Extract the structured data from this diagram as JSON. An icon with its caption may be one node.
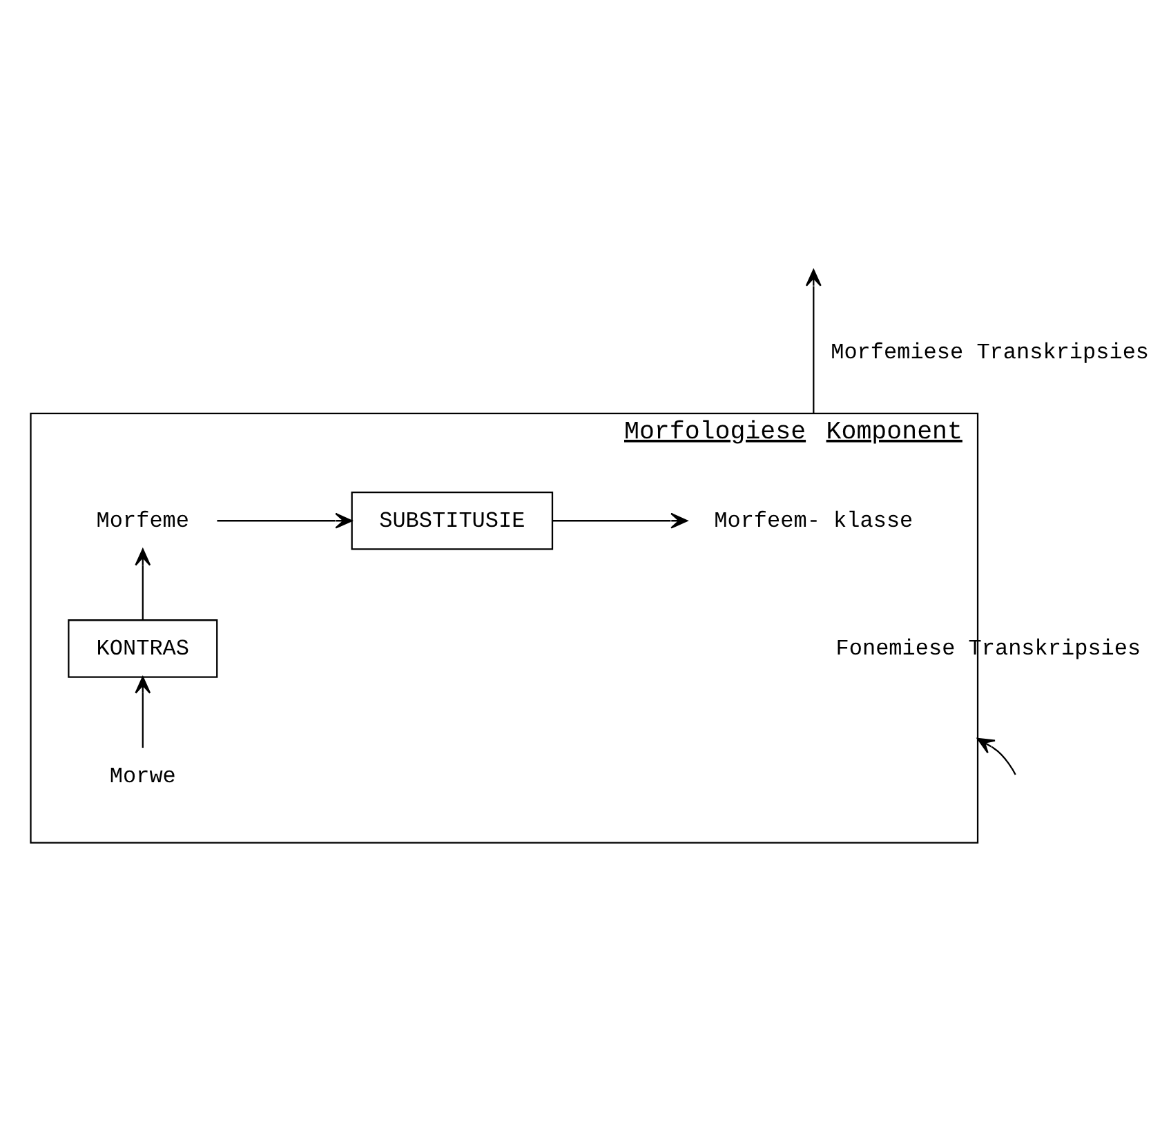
{
  "diagram": {
    "nodes": [
      {
        "text": [
          "Morfologiese Komponent"
        ]
      },
      {
        "text": [
          "Morfeme"
        ],
        "in": 0
      },
      {
        "text": [
          "SUBSTITUSIE"
        ],
        "in": 0
      },
      {
        "text": [
          "Morfeem- klasse"
        ],
        "in": 0
      },
      {
        "text": [
          "KONTRAS"
        ],
        "in": 0
      },
      {
        "text": [
          "Morwe"
        ],
        "in": 0
      }
    ],
    "edges": [
      {
        "from": 5,
        "to": 4,
        "arrow": "to"
      },
      {
        "from": 4,
        "to": 1,
        "arrow": "to"
      },
      {
        "from": 1,
        "to": 2,
        "arrow": "to"
      },
      {
        "from": 2,
        "to": 3,
        "arrow": "to"
      },
      {
        "from": 0,
        "to": null,
        "arrow": "to",
        "label": "Morfemiese Transkripsies"
      },
      {
        "from": null,
        "to": 0,
        "arrow": "to",
        "label": "Fonemiese Transkripsies"
      }
    ]
  }
}
